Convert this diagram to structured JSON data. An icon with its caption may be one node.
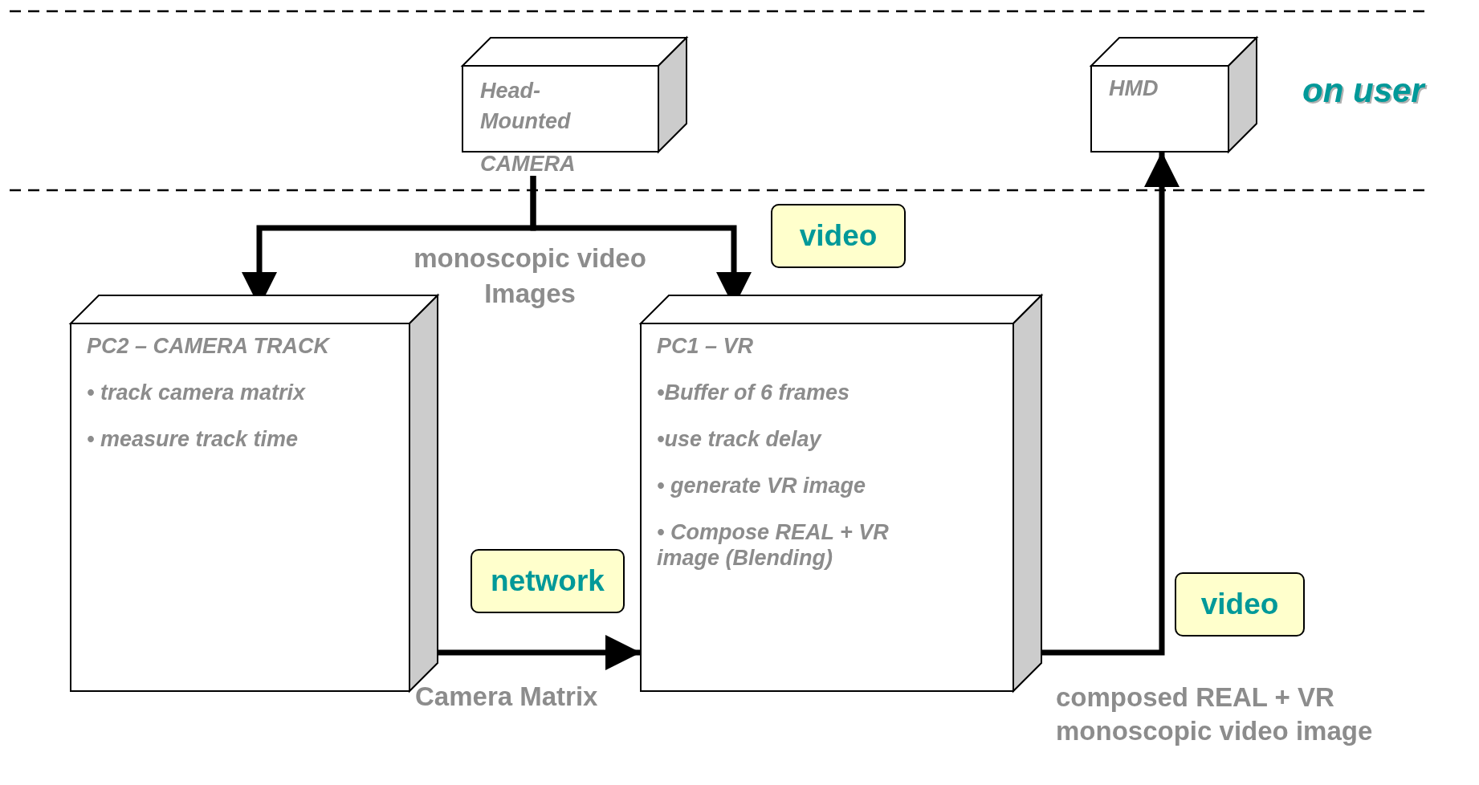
{
  "diagram": {
    "nodes": [
      {
        "text": [
          "Head-Mounted",
          "CAMERA"
        ]
      },
      {
        "text": [
          "HMD"
        ]
      },
      {
        "text": [
          "PC2 – CAMERA TRACK",
          "• track camera matrix",
          "• measure track time"
        ]
      },
      {
        "text": [
          "PC1 – VR",
          "•Buffer of 6 frames",
          "•use track delay",
          "• generate VR image",
          "• Compose REAL + VR image (Blending)"
        ]
      },
      {
        "text": [
          "video"
        ]
      },
      {
        "text": [
          "network"
        ]
      },
      {
        "text": [
          "video"
        ]
      }
    ],
    "edges": [
      {
        "from": 0,
        "to": 2,
        "arrow": "to"
      },
      {
        "from": 0,
        "to": 3,
        "arrow": "to"
      },
      {
        "from": 2,
        "to": 3,
        "arrow": "to",
        "label": "Camera Matrix"
      },
      {
        "from": 3,
        "to": 1,
        "arrow": "to",
        "label": "composed REAL + VR monoscopic video image"
      }
    ],
    "labels": [
      "on user",
      "monoscopic video Images"
    ]
  }
}
